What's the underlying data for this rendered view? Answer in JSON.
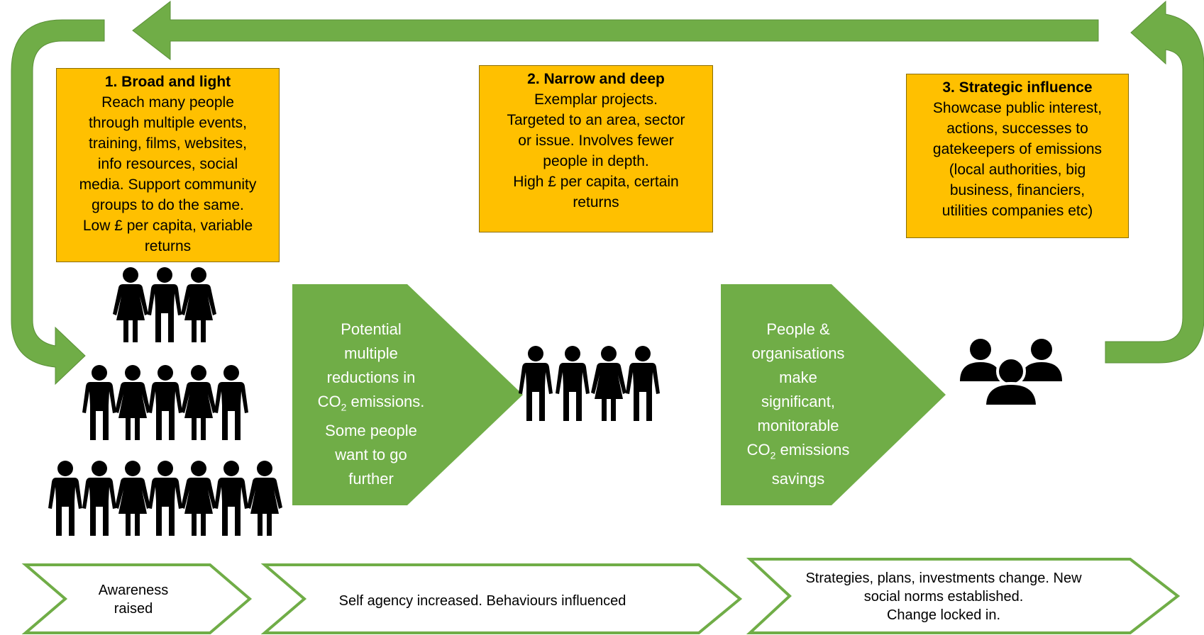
{
  "colors": {
    "green": "#70AD47",
    "amber": "#FFC000",
    "figure": "#000000",
    "white": "#FFFFFF"
  },
  "icons": {
    "figure": "person-figure-icon",
    "group": "people-group-icon"
  },
  "boxes": [
    {
      "title": "1. Broad and light",
      "lines": [
        "Reach many people",
        "through multiple events,",
        "training, films, websites,",
        "info resources, social",
        "media. Support community",
        "groups to do the same.",
        "Low £ per capita, variable",
        "returns"
      ]
    },
    {
      "title": "2. Narrow and deep",
      "lines": [
        "Exemplar projects.",
        "Targeted to an area, sector",
        "or issue. Involves fewer",
        "people in depth.",
        "High £ per capita, certain",
        "returns"
      ]
    },
    {
      "title": "3. Strategic influence",
      "lines": [
        "Showcase public interest,",
        "actions, successes to",
        "gatekeepers of emissions",
        "(local authorities, big",
        "business, financiers,",
        "utilities companies etc)"
      ]
    }
  ],
  "pentagons": [
    {
      "lines": [
        {
          "text": "Potential"
        },
        {
          "text": "multiple"
        },
        {
          "text": "reductions in"
        },
        {
          "pre": "CO",
          "sub": "2",
          "post": " emissions."
        },
        {
          "text": "Some people"
        },
        {
          "text": "want to go"
        },
        {
          "text": "further"
        }
      ]
    },
    {
      "lines": [
        {
          "text": "People &"
        },
        {
          "text": "organisations"
        },
        {
          "text": "make"
        },
        {
          "text": "significant,"
        },
        {
          "text": "monitorable"
        },
        {
          "pre": "CO",
          "sub": "2",
          "post": " emissions"
        },
        {
          "text": "savings"
        }
      ]
    }
  ],
  "stages": [
    {
      "lines": [
        "Awareness",
        "raised"
      ]
    },
    {
      "lines": [
        "Self agency increased. Behaviours influenced"
      ]
    },
    {
      "lines": [
        "Strategies, plans, investments change. New",
        "social norms established.",
        "Change locked in."
      ]
    }
  ]
}
